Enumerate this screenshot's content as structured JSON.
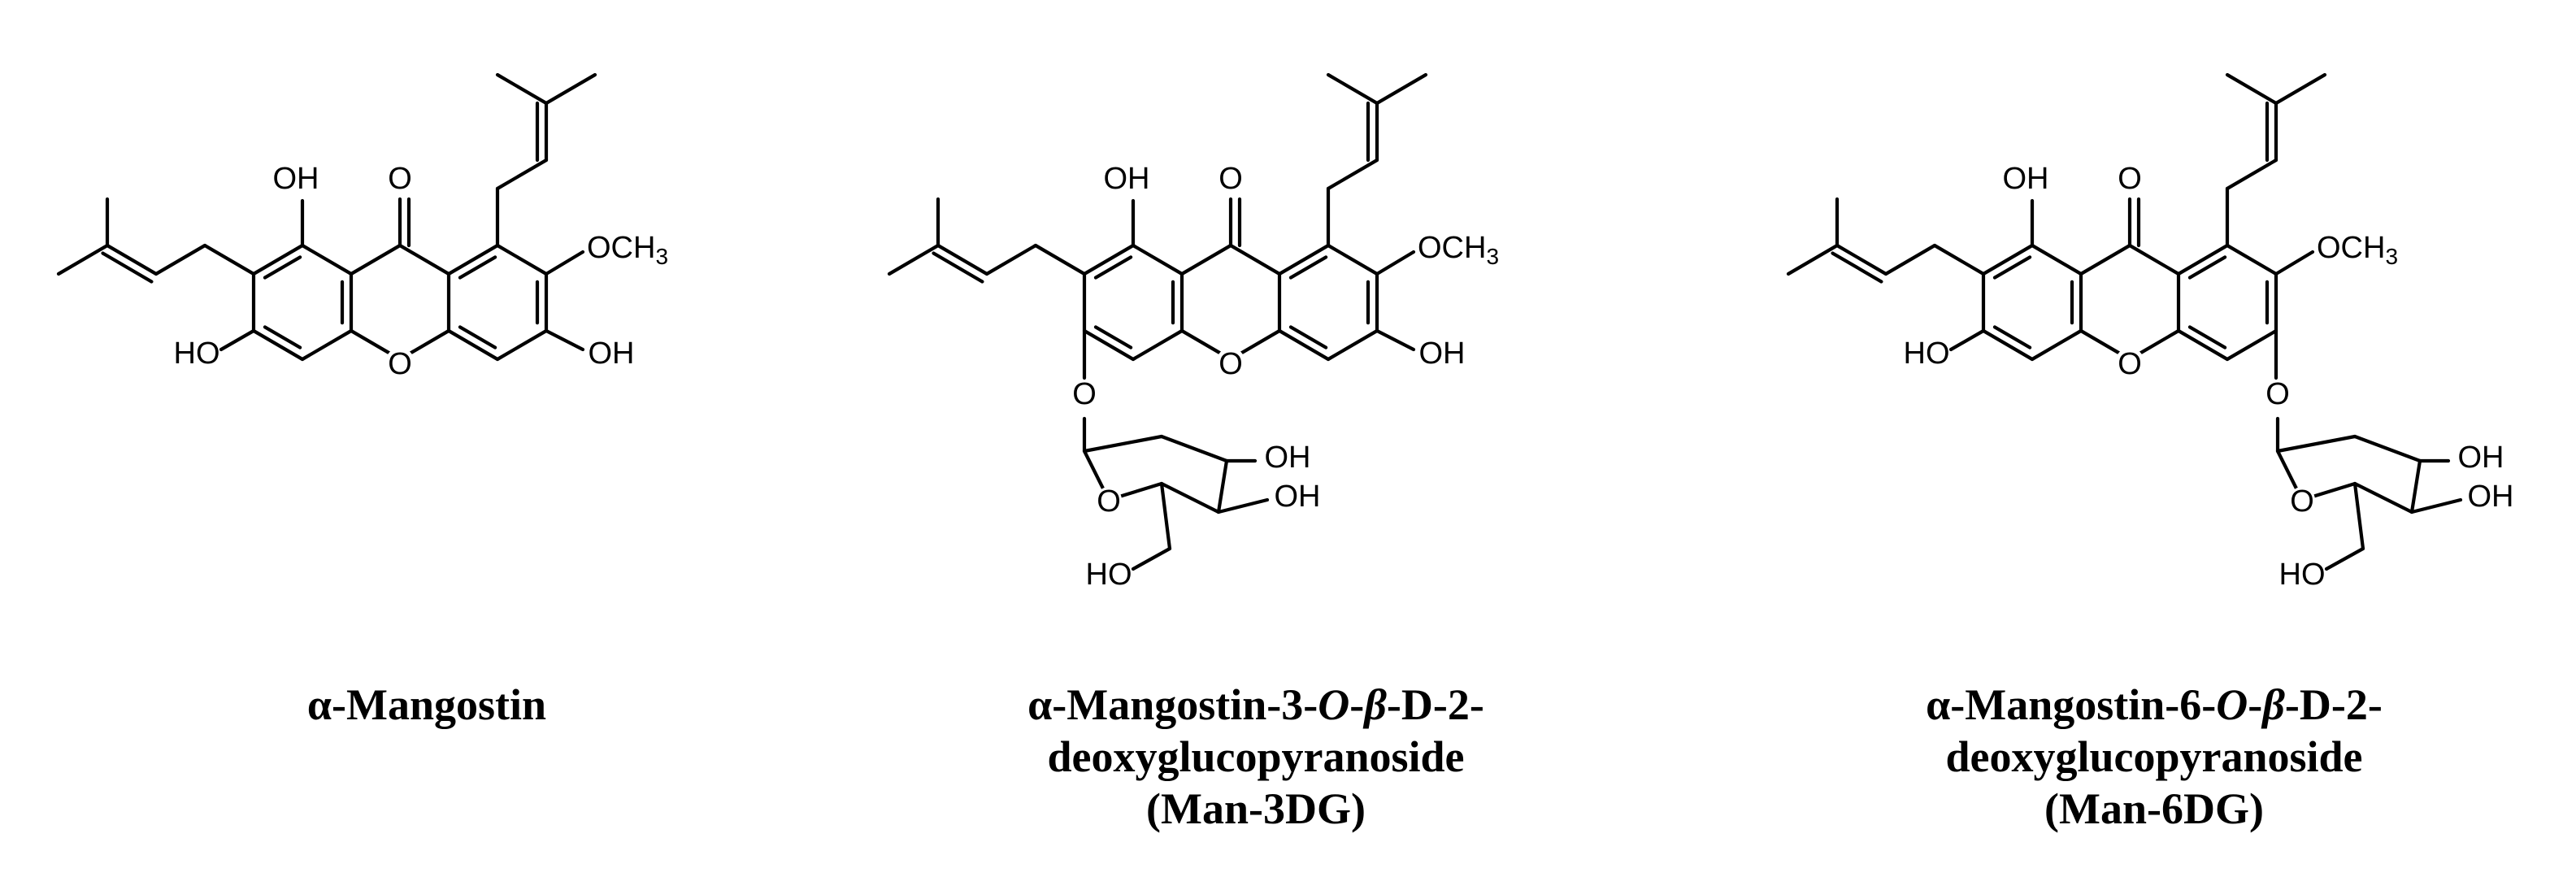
{
  "molecules": [
    {
      "caption": {
        "line1_prefix": "α-Mangostin",
        "line1_mid1": "",
        "line1_o": "",
        "line1_mid2": "",
        "line1_beta": "",
        "line1_suffix": "",
        "line2": "",
        "line3": ""
      }
    },
    {
      "caption": {
        "line1_prefix": "α-Mangostin-3-",
        "line1_o": "O",
        "line1_mid2": "-",
        "line1_beta": "β",
        "line1_suffix": "-D-2-",
        "line2": "deoxyglucopyranoside",
        "line3": "(Man-3DG)"
      }
    },
    {
      "caption": {
        "line1_prefix": "α-Mangostin-6-",
        "line1_o": "O",
        "line1_mid2": "-",
        "line1_beta": "β",
        "line1_suffix": "-D-2-",
        "line2": "deoxyglucopyranoside",
        "line3": "(Man-6DG)"
      }
    }
  ],
  "atom_labels": {
    "oh": "OH",
    "ho": "HO",
    "ome": "OCH",
    "ome_sub": "3",
    "o": "O"
  }
}
